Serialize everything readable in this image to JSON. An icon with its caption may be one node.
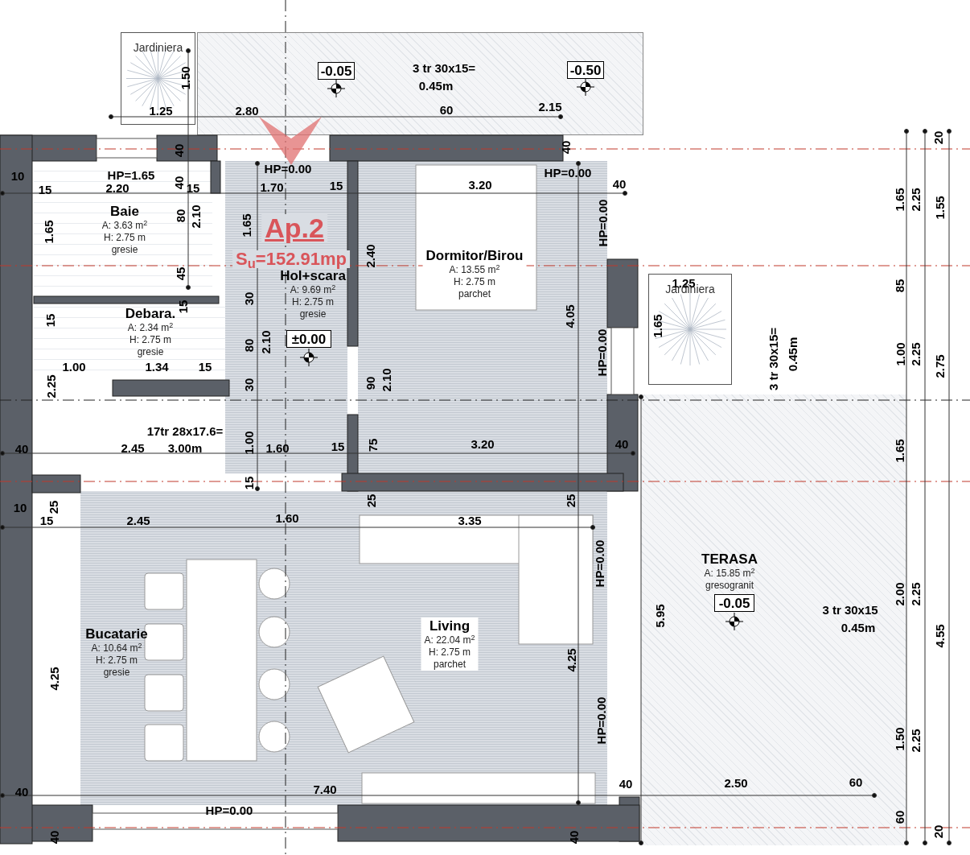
{
  "diagram": {
    "nodes": [
      {
        "text": [
          "Jardiniera"
        ]
      },
      {
        "text": [
          "-0.05"
        ]
      },
      {
        "text": [
          "-0.50"
        ]
      },
      {
        "text": [
          "Baie",
          "A: 3.63 m$^{2}$",
          "H: 2.75 m",
          "gresie"
        ]
      },
      {
        "text": [
          "Hol+scara",
          "A: 9.69 m$^{2}$",
          "H: 2.75 m",
          "gresie"
        ]
      },
      {
        "text": [
          "Dormitor/Birou",
          "A: 13.55 m$^{2}$",
          "H: 2.75 m",
          "parchet"
        ]
      },
      {
        "text": [
          "Jardiniera"
        ]
      },
      {
        "text": [
          "Debara.",
          "A: 2.34 m$^{2}$",
          "H: 2.75 m",
          "gresie"
        ]
      },
      {
        "text": [
          "±0.00"
        ],
        "in": 4
      },
      {
        "text": [
          "Bucatarie",
          "A: 10.64 m$^{2}$",
          "H: 2.75 m",
          "gresie"
        ]
      },
      {
        "text": [
          "Living",
          "A: 22.04 m$^{2}$",
          "H: 2.75 m",
          "parchet"
        ]
      },
      {
        "text": [
          "TERASA",
          "A: 15.85 m$^{2}$",
          "gresogranit"
        ]
      },
      {
        "text": [
          "-0.05"
        ],
        "in": 11
      }
    ],
    "labels": [
      "1.50",
      "3 tr 30x15=",
      "0.45m",
      "1.25",
      "2.80",
      "60",
      "2.15",
      "20",
      "40",
      "40",
      "10",
      "HP=1.65",
      "HP=0.00",
      "HP=0.00",
      "15",
      "2.20",
      "40",
      "15",
      "1.70",
      "15",
      "3.20",
      "40",
      "1.65",
      "2.25",
      "1.55",
      "HP=0.00",
      "1.65",
      "80",
      "2.10",
      "1.65",
      "2.40",
      "45",
      "1.25",
      "85",
      "15",
      "15",
      "30",
      "4.05",
      "1.65",
      "80",
      "2.10",
      "HP=0.00",
      "3 tr 30x15=",
      "0.45m",
      "1.00",
      "2.25",
      "2.75",
      "1.00",
      "1.34",
      "15",
      "90",
      "2.10",
      "30",
      "2.25",
      "17tr 28x17.6=",
      "1.00",
      "75",
      "40",
      "2.45",
      "3.00m",
      "1.60",
      "15",
      "3.20",
      "40",
      "1.65",
      "15",
      "25",
      "25",
      "10",
      "25",
      "15",
      "2.45",
      "1.60",
      "3.35",
      "HP=0.00",
      "2.00",
      "2.25",
      "3 tr 30x15",
      "0.45m",
      "5.95",
      "4.55",
      "4.25",
      "4.25",
      "HP=0.00",
      "1.50",
      "2.25",
      "40",
      "2.50",
      "60",
      "40",
      "7.40",
      "HP=0.00",
      "60",
      "40",
      "40",
      "20",
      "Ap.2",
      "S$_{u}$=152.91mp"
    ]
  }
}
